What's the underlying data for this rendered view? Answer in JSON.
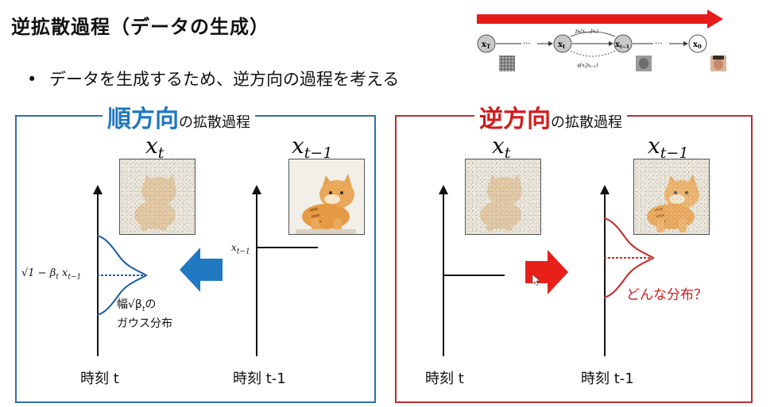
{
  "title": "逆拡散過程（データの生成）",
  "bullet": "データを生成するため、逆方向の過程を考える",
  "left_panel": {
    "header_big": "順方向",
    "header_small": "の拡散過程",
    "var_left_base": "x",
    "var_left_sub": "t",
    "var_right_base": "x",
    "var_right_sub": "t−1",
    "label_xt1": "x",
    "label_xt1_sub": "t−1",
    "label_mean": "√1 − β",
    "label_mean_sub": "t",
    "label_mean_x": " x",
    "label_mean_x_sub": "t−1",
    "width_label_1": "幅√β",
    "width_label_1_sub": "t",
    "width_label_2": "の",
    "width_label_3": "ガウス分布",
    "time_left": "時刻 t",
    "time_right": "時刻 t-1",
    "arrow_color": "#1f78c0"
  },
  "right_panel": {
    "header_big": "逆方向",
    "header_small": "の拡散過程",
    "var_left_base": "x",
    "var_left_sub": "t",
    "var_right_base": "x",
    "var_right_sub": "t−1",
    "question": "どんな分布？",
    "time_left": "時刻 t",
    "time_right": "時刻 t-1",
    "arrow_color": "#e8201a"
  },
  "top_diagram": {
    "nodes": [
      "x",
      "x",
      "x",
      "x"
    ],
    "node_subs": [
      "T",
      "t",
      "t−1",
      "0"
    ],
    "p_label": "p",
    "p_sub": "θ",
    "p_arg": "(x",
    "p_arg_sub": "t−1",
    "p_arg_mid": "|x",
    "p_arg_sub2": "t",
    "p_arg_end": ")",
    "q_label": "q(x",
    "q_sub": "t",
    "q_mid": "|x",
    "q_sub2": "t−1",
    "q_end": ")",
    "arrow_color": "#e81b1b"
  }
}
